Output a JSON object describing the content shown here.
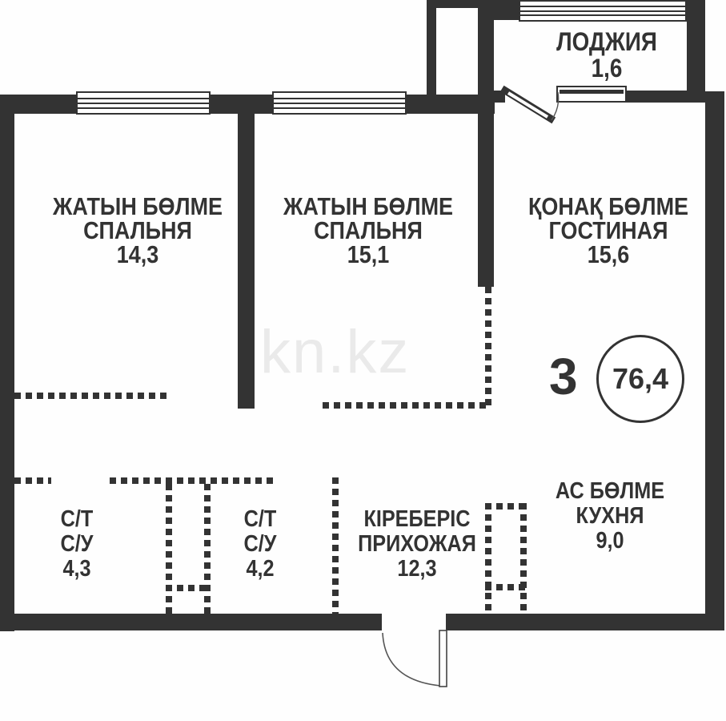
{
  "plan": {
    "rooms": [
      {
        "id": "bedroom-1",
        "name_kk": "ЖАТЫН БӨЛМЕ",
        "name_ru": "СПАЛЬНЯ",
        "area": "14,3"
      },
      {
        "id": "bedroom-2",
        "name_kk": "ЖАТЫН БӨЛМЕ",
        "name_ru": "СПАЛЬНЯ",
        "area": "15,1"
      },
      {
        "id": "living-room",
        "name_kk": "ҚОНАҚ БӨЛМЕ",
        "name_ru": "ГОСТИНАЯ",
        "area": "15,6"
      },
      {
        "id": "loggia",
        "name_kk": "ЛОДЖИЯ",
        "name_ru": "",
        "area": "1,6"
      },
      {
        "id": "bathroom-1",
        "name_kk": "С/Т",
        "name_ru": "С/У",
        "area": "4,3"
      },
      {
        "id": "bathroom-2",
        "name_kk": "С/Т",
        "name_ru": "С/У",
        "area": "4,2"
      },
      {
        "id": "hallway",
        "name_kk": "КІРЕБЕРІС",
        "name_ru": "ПРИХОЖАЯ",
        "area": "12,3"
      },
      {
        "id": "kitchen",
        "name_kk": "АС БӨЛМЕ",
        "name_ru": "КУХНЯ",
        "area": "9,0"
      }
    ],
    "summary": {
      "rooms_count": "3",
      "total_area": "76,4"
    },
    "watermark": "kn.kz",
    "colors": {
      "wall": "#333333",
      "text": "#333333",
      "watermark": "#eaeaea"
    }
  }
}
